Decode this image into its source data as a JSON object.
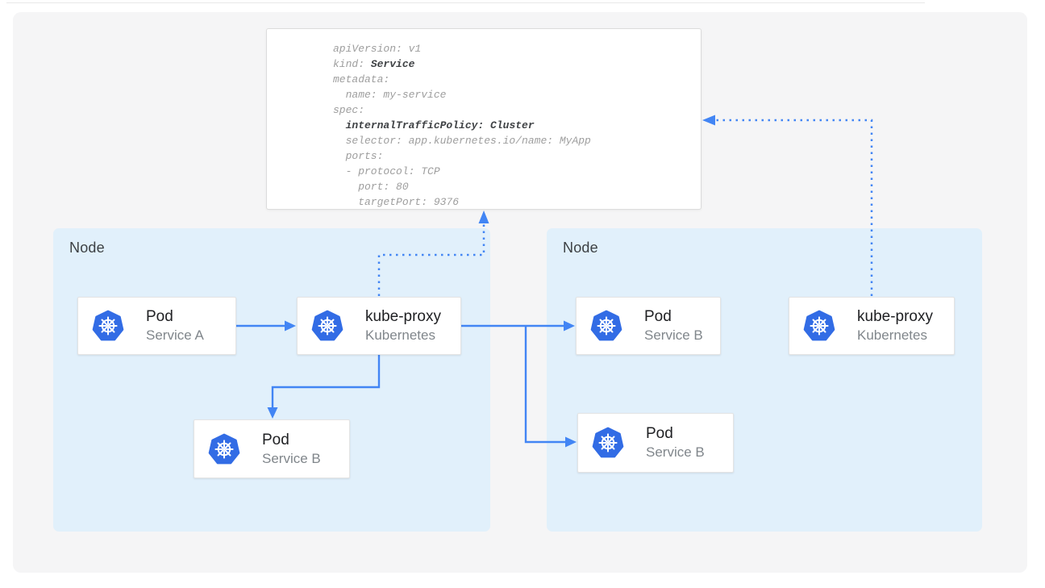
{
  "yaml_panel": {
    "lines": [
      [
        {
          "t": "apiVersion: v1",
          "b": false
        }
      ],
      [
        {
          "t": "kind: ",
          "b": false
        },
        {
          "t": "Service",
          "b": true
        }
      ],
      [
        {
          "t": "metadata:",
          "b": false
        }
      ],
      [
        {
          "t": "  name: my-service",
          "b": false
        }
      ],
      [
        {
          "t": "spec:",
          "b": false
        }
      ],
      [
        {
          "t": "  ",
          "b": false
        },
        {
          "t": "internalTrafficPolicy: Cluster",
          "b": true
        }
      ],
      [
        {
          "t": "  selector: app.kubernetes.io/name: MyApp",
          "b": false
        }
      ],
      [
        {
          "t": "  ports:",
          "b": false
        }
      ],
      [
        {
          "t": "  - protocol: TCP",
          "b": false
        }
      ],
      [
        {
          "t": "    port: 80",
          "b": false
        }
      ],
      [
        {
          "t": "    targetPort: 9376",
          "b": false
        }
      ]
    ]
  },
  "nodes": [
    {
      "label": "Node"
    },
    {
      "label": "Node"
    }
  ],
  "cards": [
    {
      "id": "pod-service-a",
      "title": "Pod",
      "subtitle": "Service A",
      "icon": "kubernetes-icon"
    },
    {
      "id": "kube-proxy-left",
      "title": "kube-proxy",
      "subtitle": "Kubernetes",
      "icon": "kubernetes-icon"
    },
    {
      "id": "pod-service-b-left",
      "title": "Pod",
      "subtitle": "Service B",
      "icon": "kubernetes-icon"
    },
    {
      "id": "pod-service-b-right-top",
      "title": "Pod",
      "subtitle": "Service B",
      "icon": "kubernetes-icon"
    },
    {
      "id": "pod-service-b-right-bottom",
      "title": "Pod",
      "subtitle": "Service B",
      "icon": "kubernetes-icon"
    },
    {
      "id": "kube-proxy-right",
      "title": "kube-proxy",
      "subtitle": "Kubernetes",
      "icon": "kubernetes-icon"
    }
  ],
  "edges": [
    {
      "from": "pod-service-a",
      "to": "kube-proxy-left",
      "style": "solid"
    },
    {
      "from": "kube-proxy-left",
      "to": "pod-service-b-right-top",
      "style": "solid"
    },
    {
      "from": "kube-proxy-left",
      "to": "pod-service-b-right-bottom",
      "style": "solid"
    },
    {
      "from": "kube-proxy-left",
      "to": "pod-service-b-left",
      "style": "solid"
    },
    {
      "from": "kube-proxy-left",
      "to": "service-yaml-panel",
      "style": "dotted"
    },
    {
      "from": "kube-proxy-right",
      "to": "service-yaml-panel",
      "style": "dotted"
    }
  ],
  "colors": {
    "arrow_blue": "#4285f4",
    "kubernetes_blue": "#326ce5",
    "node_fill": "#e1f0fb",
    "canvas_fill": "#f5f5f6",
    "yaml_text": "#9e9e9e",
    "yaml_bold_text": "#3f4245"
  }
}
